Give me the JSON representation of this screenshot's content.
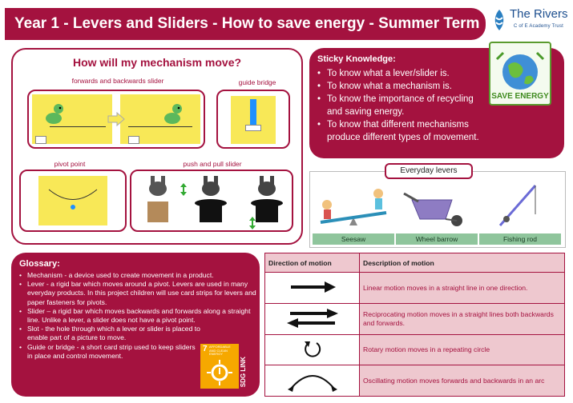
{
  "header": {
    "title": "Year 1 - Levers and Sliders - How to save energy - Summer Term"
  },
  "logo": {
    "title": "The Rivers",
    "subtitle": "C of E Academy Trust",
    "colors": {
      "brand": "#1d4f8f"
    }
  },
  "colors": {
    "accent": "#a4123f",
    "card": "#f8e857",
    "frame_blue": "#1e90ff",
    "lever_bar": "#8fc59c",
    "table_fill": "#eec8cf"
  },
  "mechanism": {
    "title": "How will my mechanism move?",
    "captions": {
      "forwards_backwards": "forwards and backwards slider",
      "guide_bridge": "guide bridge",
      "pivot_point": "pivot point",
      "push_pull": "push and pull slider"
    }
  },
  "sticky": {
    "heading": "Sticky Knowledge:",
    "items": [
      "To know what a lever/slider is.",
      "To know what a mechanism is.",
      "To know the importance of recycling and saving energy.",
      "To know that different mechanisms produce different types of movement."
    ],
    "badge": "SAVE ENERGY"
  },
  "everyday": {
    "label": "Everyday levers",
    "items": [
      "Seesaw",
      "Wheel barrow",
      "Fishing rod"
    ]
  },
  "glossary": {
    "heading": "Glossary:",
    "items": [
      "Mechanism - a device used to create movement in a product.",
      "Lever - a rigid bar which moves around a pivot. Levers are used in many everyday products. In this project children will use card strips for levers and paper fasteners for pivots.",
      "Slider – a rigid bar which moves backwards and forwards along a straight line. Unlike a lever, a slider does not have a pivot point.",
      "Slot - the hole through which a lever or slider is placed to enable part of a picture to move.",
      "Guide or bridge - a short card strip used to keep sliders in place and control movement."
    ]
  },
  "sdg": {
    "number": "7",
    "text": "AFFORDABLE AND CLEAN ENERGY",
    "link_label": "SDG LINK"
  },
  "motion_table": {
    "headers": [
      "Direction of motion",
      "Description of motion"
    ],
    "rows": [
      {
        "icon": "linear-arrow-icon",
        "description": "Linear motion moves in a straight line in one direction."
      },
      {
        "icon": "reciprocating-arrows-icon",
        "description": "Reciprocating motion moves in a straight lines both backwards and forwards."
      },
      {
        "icon": "rotary-arrow-icon",
        "description": "Rotary motion moves in a repeating circle"
      },
      {
        "icon": "oscillating-arrow-icon",
        "description": "Oscillating motion moves forwards and backwards in an arc"
      }
    ]
  }
}
